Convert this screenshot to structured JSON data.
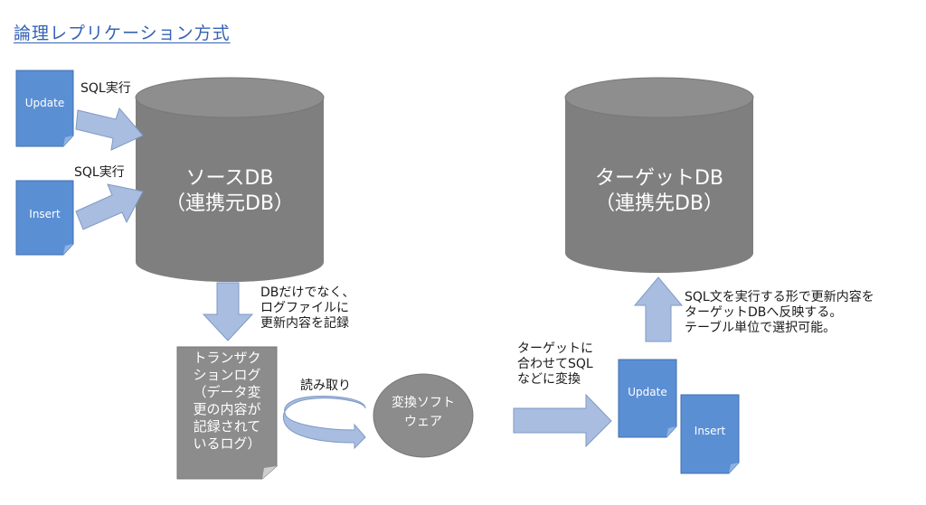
{
  "title": "論理レプリケーション方式",
  "source_db": {
    "line1": "ソースDB",
    "line2": "（連携元DB）"
  },
  "target_db": {
    "line1": "ターゲットDB",
    "line2": "（連携先DB）"
  },
  "docs": {
    "update": "Update",
    "insert": "Insert"
  },
  "labels": {
    "sql_exec_1": "SQL実行",
    "sql_exec_2": "SQL実行",
    "log_note": [
      "DBだけでなく、",
      "ログファイルに",
      "更新内容を記録"
    ],
    "read": "読み取り",
    "convert_note": [
      "ターゲットに",
      "合わせてSQL",
      "などに変換"
    ],
    "apply_note": [
      "SQL文を実行する形で更新内容を",
      "ターゲットDBへ反映する。",
      "テーブル単位で選択可能。"
    ]
  },
  "transaction_log": [
    "トランザク",
    "ションログ",
    "（データ変",
    "更の内容が",
    "記録されて",
    "いるログ）"
  ],
  "converter": [
    "変換ソフト",
    "ウェア"
  ],
  "colors": {
    "db": "#7f7f7f",
    "db_top": "#8e8e8e",
    "doc": "#5b8fd4",
    "arrow": "#a9bde0",
    "arrow_edge": "#7e99c6",
    "title": "#3563b5"
  }
}
